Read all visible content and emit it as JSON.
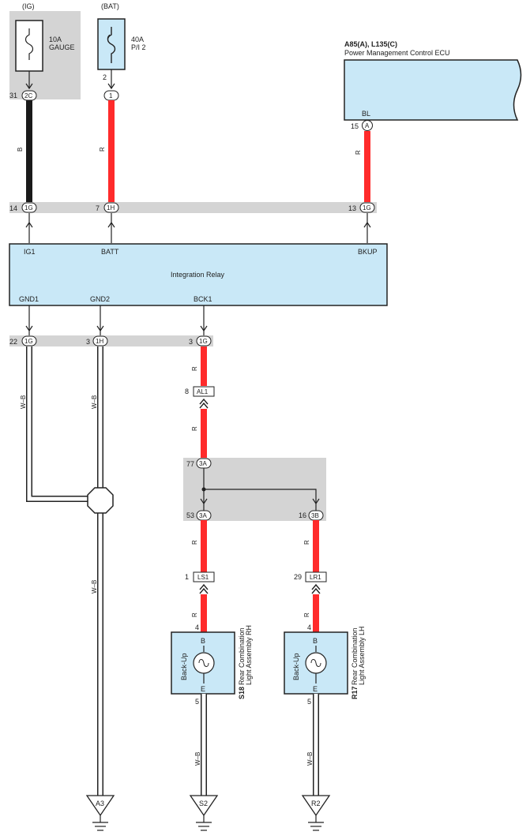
{
  "colors": {
    "harness_band": "#d4d4d4",
    "component_fill": "#c9e8f7",
    "wire_red": "#ff2b2b",
    "wire_black": "#1a1a1a",
    "wire_white_black": "#ffffff"
  },
  "fuses": {
    "ig": {
      "source": "(IG)",
      "rating": "10A",
      "name": "GAUGE",
      "pin": "31",
      "connector": "2C"
    },
    "bat": {
      "source": "(BAT)",
      "rating": "40A",
      "name": "P/I 2",
      "pin_top": "2",
      "connector": "1"
    }
  },
  "ecu": {
    "code": "A85(A), L135(C)",
    "name": "Power Management Control ECU",
    "terminal": "BL",
    "pin": "15",
    "connector": "A"
  },
  "relay": {
    "name": "Integration Relay",
    "terminals_top": {
      "ig1": "IG1",
      "batt": "BATT",
      "bkup": "BKUP"
    },
    "terminals_bottom": {
      "gnd1": "GND1",
      "gnd2": "GND2",
      "bck1": "BCK1"
    },
    "top_connectors": [
      {
        "pin": "14",
        "connector": "1G"
      },
      {
        "pin": "7",
        "connector": "1H"
      },
      {
        "pin": "13",
        "connector": "1G"
      }
    ],
    "bottom_connectors": [
      {
        "pin": "22",
        "connector": "1G"
      },
      {
        "pin": "3",
        "connector": "1H"
      },
      {
        "pin": "3",
        "connector": "1G"
      }
    ]
  },
  "wire_colors": {
    "b": "B",
    "r": "R",
    "wb": "W–B"
  },
  "junctions": {
    "al1": {
      "pin": "8",
      "connector": "AL1"
    },
    "j3a_top": {
      "pin": "77",
      "connector": "3A"
    },
    "j3a_bottom": {
      "pin": "53",
      "connector": "3A"
    },
    "j3b": {
      "pin": "16",
      "connector": "3B"
    },
    "ls1": {
      "pin": "1",
      "connector": "LS1"
    },
    "lr1": {
      "pin": "29",
      "connector": "LR1"
    }
  },
  "lamps": {
    "rh": {
      "code": "S18",
      "name_line1": "Rear Combination",
      "name_line2": "Light Assembly RH",
      "label": "Back-Up",
      "term_b": "B",
      "term_e": "E",
      "pin_b": "4",
      "pin_e": "5"
    },
    "lh": {
      "code": "R17",
      "name_line1": "Rear Combination",
      "name_line2": "Light Assembly LH",
      "label": "Back-Up",
      "term_b": "B",
      "term_e": "E",
      "pin_b": "4",
      "pin_e": "5"
    }
  },
  "grounds": {
    "a3": "A3",
    "s2": "S2",
    "r2": "R2"
  }
}
